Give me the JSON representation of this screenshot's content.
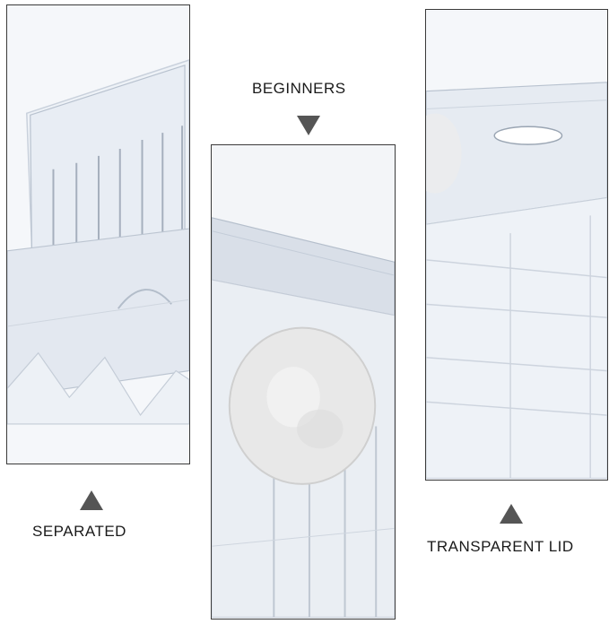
{
  "captions": {
    "beginners": "BEGINNERS",
    "separated": "SEPARATED",
    "transparent_lid": "TRANSPARENT LID"
  },
  "colors": {
    "arrow": "#555555",
    "text": "#1a1a1a",
    "panel_border": "#3a3a3a",
    "plastic": "#dfe5ee",
    "suction_cup": "#e6e6e6"
  },
  "icons": {
    "beginners_arrow": "triangle-down-icon",
    "separated_arrow": "triangle-up-icon",
    "transparent_arrow": "triangle-up-icon"
  }
}
